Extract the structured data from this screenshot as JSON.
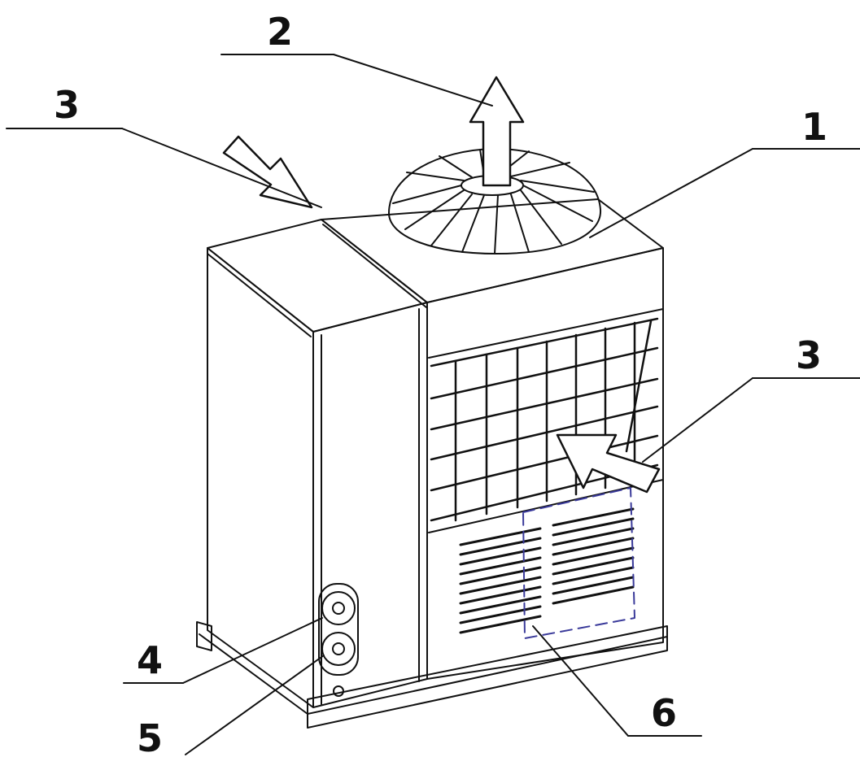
{
  "callouts": {
    "fan": "1",
    "air_out": "2",
    "air_in_top": "3",
    "air_in_side": "3",
    "inlet_pipe": "4",
    "outlet_pipe": "5",
    "control_box": "6"
  },
  "colors": {
    "line": "#111111",
    "dashed_box": "#3a3a9a",
    "background": "#ffffff"
  }
}
